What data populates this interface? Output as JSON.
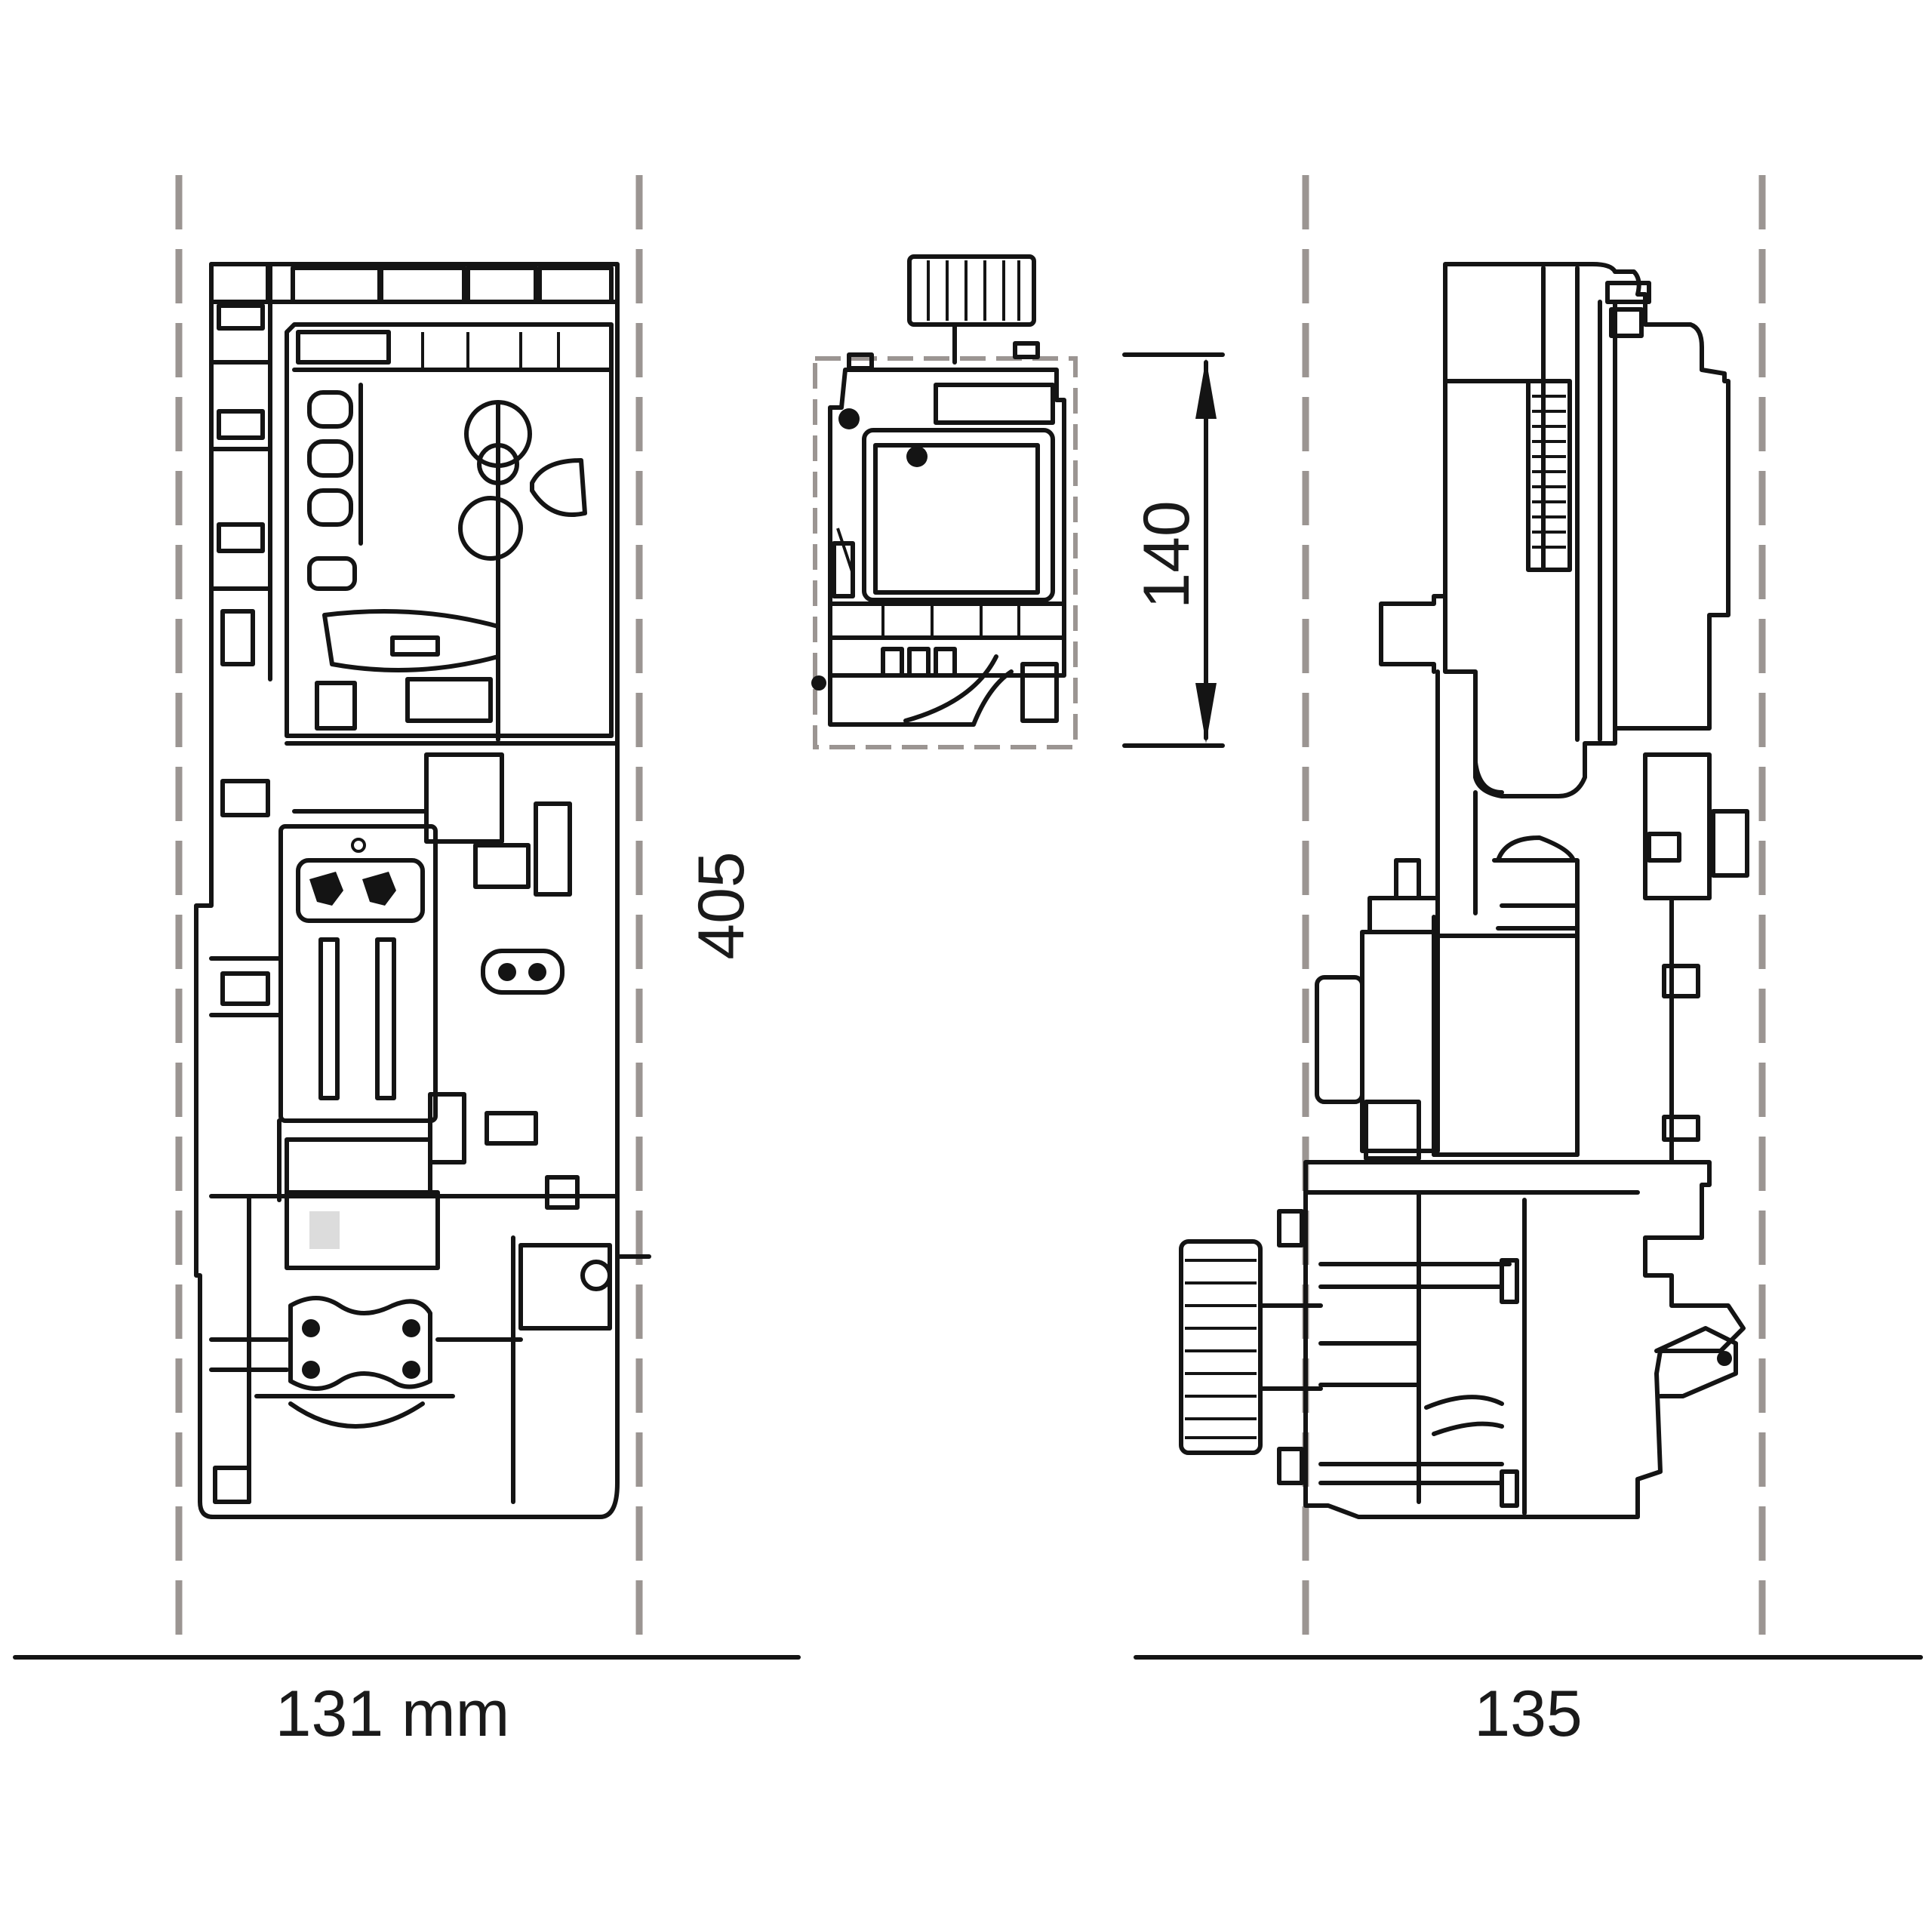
{
  "dimensions": {
    "front_width": "131 mm",
    "front_height": "405",
    "top_height": "140",
    "side_width": "135"
  },
  "colors": {
    "line": "#141414",
    "guide_dashes": "#9b9592",
    "background": "#ffffff"
  },
  "views": [
    "front-view",
    "top-view",
    "side-view"
  ]
}
